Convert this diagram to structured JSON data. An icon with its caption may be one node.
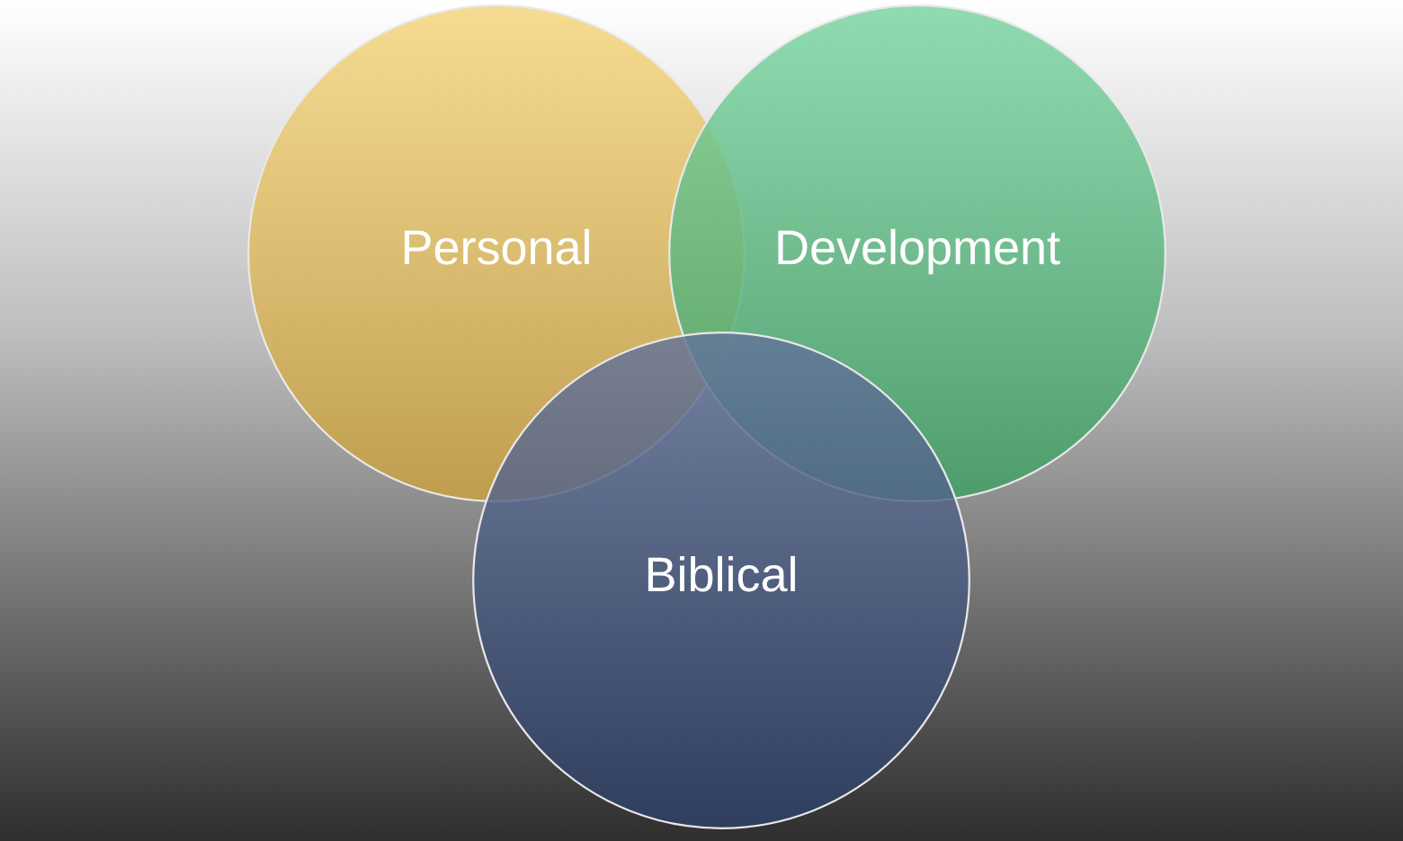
{
  "diagram": {
    "nodes": [
      {
        "text": [
          "Personal"
        ]
      },
      {
        "text": [
          "Development"
        ]
      },
      {
        "text": [
          "Biblical"
        ]
      }
    ]
  }
}
